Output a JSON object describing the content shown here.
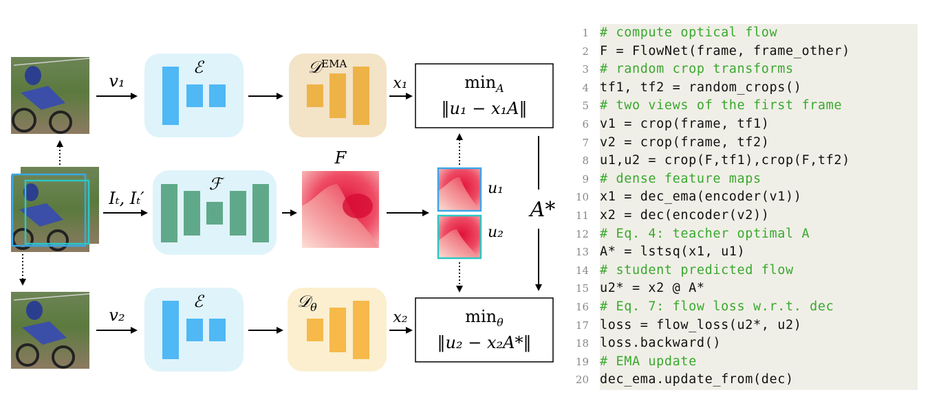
{
  "colors": {
    "encoder_bg": "#dff3fb",
    "encoder_bar": "#4fb8f5",
    "flownet_bg": "#dff3fb",
    "flownet_bar": "#5fa98a",
    "decoder_ema_bg": "#f3e3c7",
    "decoder_ema_bar": "#eeb347",
    "decoder_theta_bg": "#fbefcf",
    "decoder_theta_bar": "#f6b94a",
    "code_bg": "#f0efe7",
    "comment": "#3aa82f",
    "frame_box": "#3aa7e8",
    "crop2_box": "#2cc7c4"
  },
  "diagram": {
    "labels": {
      "v1": "v₁",
      "v2": "v₂",
      "It": "Iₜ, Iₜ′",
      "encoder_top": "ℰ",
      "encoder_bottom": "ℰ",
      "flownet": "ℱ",
      "decoder_ema_main": "𝒟",
      "decoder_ema_sup": "EMA",
      "decoder_theta_main": "𝒟",
      "decoder_theta_sub": "θ",
      "x1": "x₁",
      "x2": "x₂",
      "F": "F",
      "u1": "u₁",
      "u2": "u₂",
      "A_star": "A*"
    },
    "box_top": {
      "title": "min",
      "title_sub": "A",
      "formula": "‖u₁ − x₁A‖"
    },
    "box_bottom": {
      "title": "min",
      "title_sub": "θ",
      "formula": "‖u₂ − x₂A*‖"
    }
  },
  "code": {
    "lines": [
      {
        "num": "1",
        "text": "# compute optical flow",
        "comment": true
      },
      {
        "num": "2",
        "text": "F = FlowNet(frame, frame_other)",
        "comment": false
      },
      {
        "num": "3",
        "text": "# random crop transforms",
        "comment": true
      },
      {
        "num": "4",
        "text": "tf1, tf2 = random_crops()",
        "comment": false
      },
      {
        "num": "5",
        "text": "# two views of the first frame",
        "comment": true
      },
      {
        "num": "6",
        "text": "v1 = crop(frame, tf1)",
        "comment": false
      },
      {
        "num": "7",
        "text": "v2 = crop(frame, tf2)",
        "comment": false
      },
      {
        "num": "8",
        "text": "u1,u2 = crop(F,tf1),crop(F,tf2)",
        "comment": false
      },
      {
        "num": "9",
        "text": "# dense feature maps",
        "comment": true
      },
      {
        "num": "10",
        "text": "x1 = dec_ema(encoder(v1))",
        "comment": false
      },
      {
        "num": "11",
        "text": "x2 = dec(encoder(v2))",
        "comment": false
      },
      {
        "num": "12",
        "text": "# Eq. 4: teacher optimal A",
        "comment": true
      },
      {
        "num": "13",
        "text": "A* = lstsq(x1, u1)",
        "comment": false
      },
      {
        "num": "14",
        "text": "# student predicted flow",
        "comment": true
      },
      {
        "num": "15",
        "text": "u2* = x2 @ A*",
        "comment": false
      },
      {
        "num": "16",
        "text": "# Eq. 7: flow loss w.r.t. dec",
        "comment": true
      },
      {
        "num": "17",
        "text": "loss = flow_loss(u2*, u2)",
        "comment": false
      },
      {
        "num": "18",
        "text": "loss.backward()",
        "comment": false
      },
      {
        "num": "19",
        "text": "# EMA update",
        "comment": true
      },
      {
        "num": "20",
        "text": "dec_ema.update_from(dec)",
        "comment": false
      }
    ]
  }
}
